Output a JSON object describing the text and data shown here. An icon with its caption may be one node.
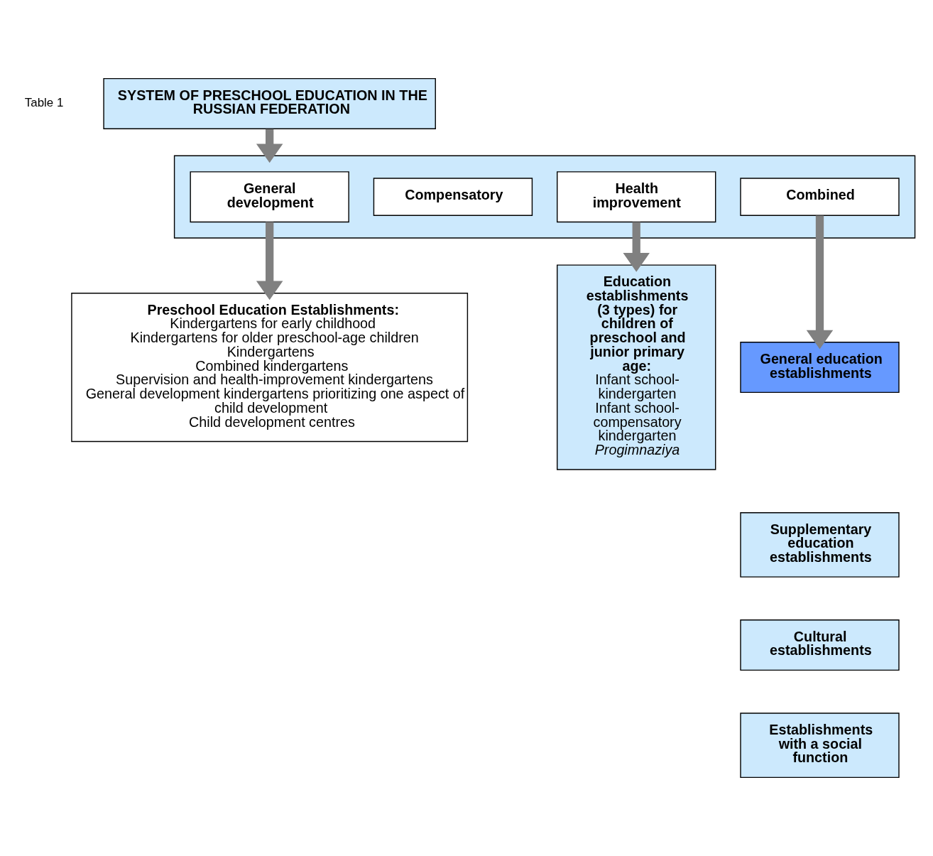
{
  "diagram": {
    "nodes": [
      {
        "text": [
          "SYSTEM OF PRESCHOOL EDUCATION IN THE RUSSIAN FEDERATION"
        ]
      },
      {
        "text": [],
        "shape": "box"
      },
      {
        "text": [
          "General development"
        ],
        "in": 1
      },
      {
        "text": [
          "Compensatory"
        ],
        "in": 1
      },
      {
        "text": [
          "Health improvement"
        ],
        "in": 1
      },
      {
        "text": [
          "Combined"
        ],
        "in": 1
      },
      {
        "text": [
          "Preschool Education Establishments:",
          "Kindergartens for early childhood",
          "Kindergartens for older preschool-age children",
          "Kindergartens",
          "Combined kindergartens",
          "Supervision and health-improvement kindergartens",
          "General development kindergartens prioritizing one aspect of child development",
          "Child development centres"
        ]
      },
      {
        "text": [
          "Education establishments (3 types) for children of preschool and junior primary age:",
          "Infant school-kindergarten",
          "Infant school-compensatory kindergarten",
          "Progimnaziya"
        ]
      },
      {
        "text": [
          "General education establishments"
        ]
      },
      {
        "text": [
          "Supplementary education establishments"
        ]
      },
      {
        "text": [
          "Cultural establishments"
        ]
      },
      {
        "text": [
          "Establishments with a social function"
        ]
      }
    ],
    "edges": [
      {
        "from": 0,
        "to": 1,
        "arrow": "to"
      },
      {
        "from": 2,
        "to": 6,
        "arrow": "to"
      },
      {
        "from": 4,
        "to": 7,
        "arrow": "to"
      },
      {
        "from": 5,
        "to": 8,
        "arrow": "to"
      }
    ],
    "labels": [
      "Table 1"
    ]
  }
}
